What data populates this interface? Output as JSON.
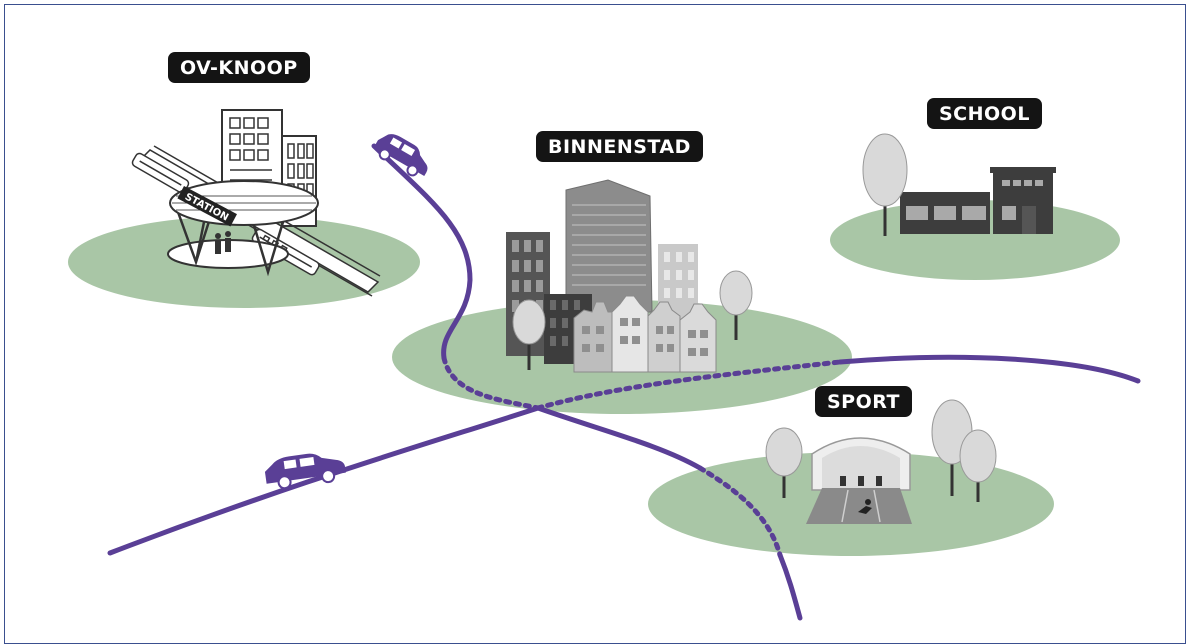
{
  "labels": {
    "ov_knoop": "OV-KNOOP",
    "binnenstad": "BINNENSTAD",
    "school": "SCHOOL",
    "sport": "SPORT",
    "station_sign": "STATION"
  },
  "colors": {
    "road": "#5a3f96",
    "ground": "#a9c6a6",
    "label_bg": "#141414",
    "label_text": "#ffffff",
    "building_dark": "#3d3d3d",
    "building_mid": "#8c8c8c",
    "building_light": "#c9c9c9",
    "tree_canopy": "#d9d9d9",
    "frame": "#3a4f8f"
  },
  "icons": [
    "car-icon",
    "tree-icon",
    "station-icon",
    "building-icon",
    "stadium-icon"
  ]
}
